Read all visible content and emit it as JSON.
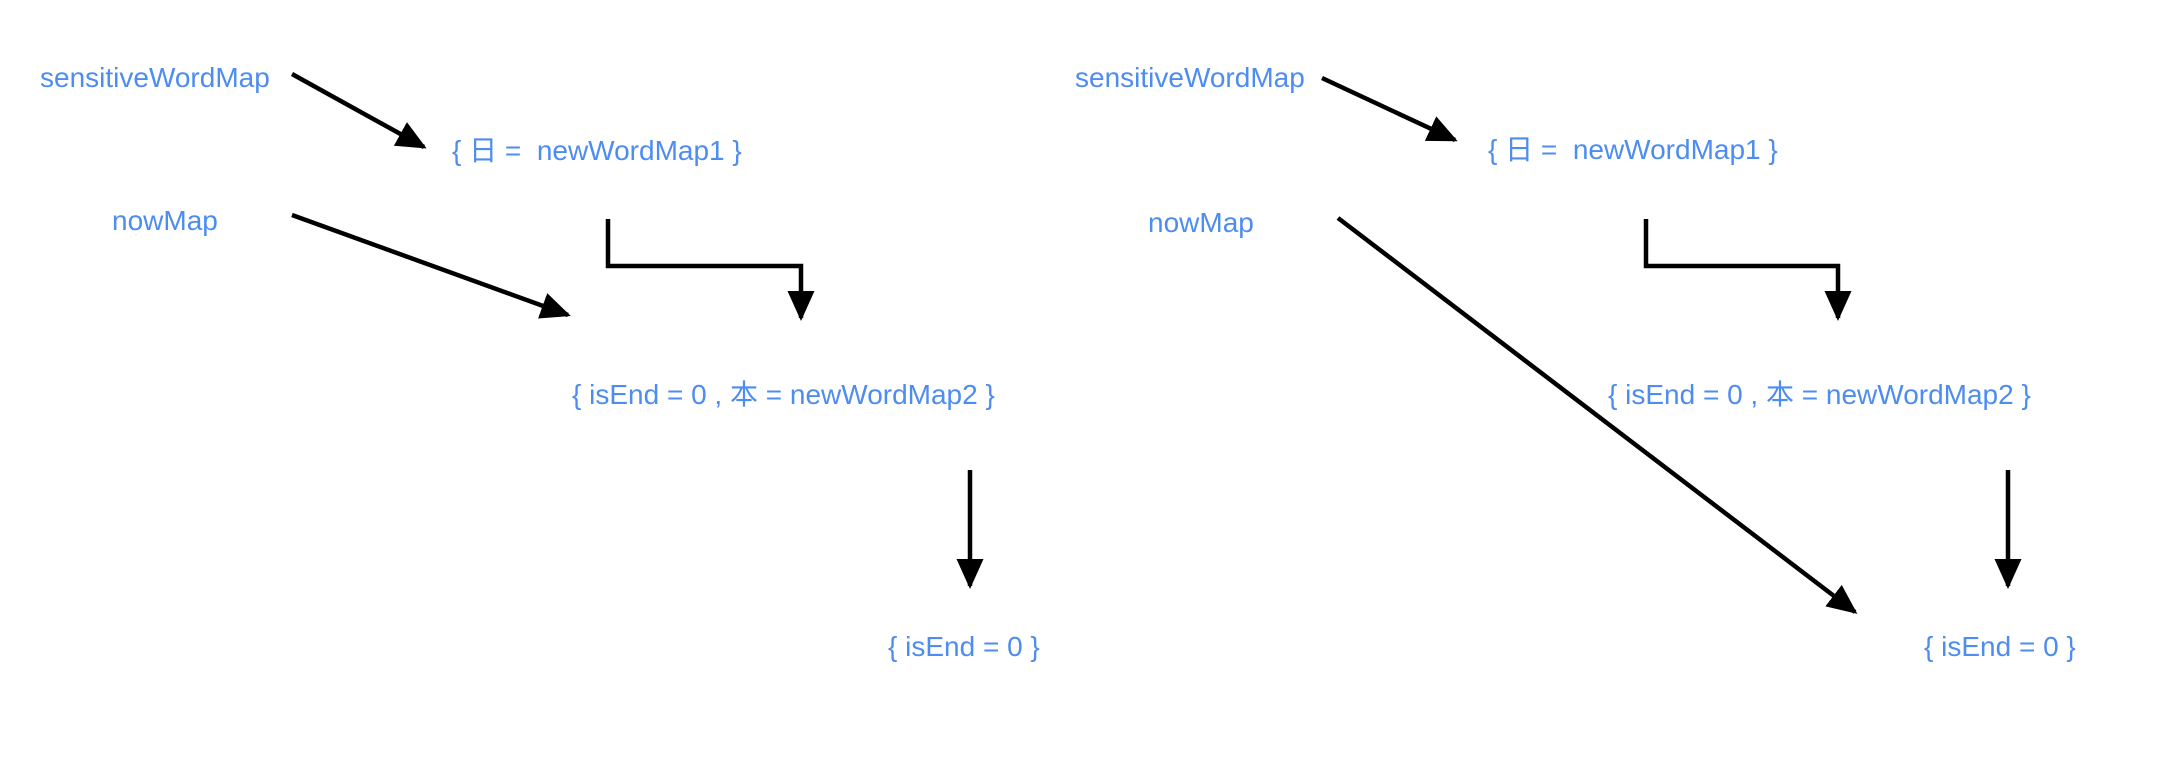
{
  "colors": {
    "label_text": "#4d8cf0",
    "arrow": "#000000",
    "background": "#ffffff"
  },
  "panels": [
    {
      "name": "left",
      "nodes": {
        "sensitive_word_map": "sensitiveWordMap",
        "new_word_map1": "{ 日 =  newWordMap1 }",
        "now_map": "nowMap",
        "new_word_map2": "{ isEnd = 0 , 本 = newWordMap2 }",
        "is_end": "{ isEnd = 0 }"
      },
      "edges": [
        {
          "from": "sensitiveWordMap",
          "to": "{ 日 =  newWordMap1 }",
          "shape": "straight-arrow"
        },
        {
          "from": "{ 日 =  newWordMap1 }",
          "to": "{ isEnd = 0 , 本 = newWordMap2 }",
          "shape": "elbow-arrow"
        },
        {
          "from": "nowMap",
          "to": "{ isEnd = 0 , 本 = newWordMap2 }",
          "shape": "straight-arrow"
        },
        {
          "from": "{ isEnd = 0 , 本 = newWordMap2 }",
          "to": "{ isEnd = 0 }",
          "shape": "straight-arrow"
        }
      ]
    },
    {
      "name": "right",
      "nodes": {
        "sensitive_word_map": "sensitiveWordMap",
        "new_word_map1": "{ 日 =  newWordMap1 }",
        "now_map": "nowMap",
        "new_word_map2": "{ isEnd = 0 , 本 = newWordMap2 }",
        "is_end": "{ isEnd = 0 }"
      },
      "edges": [
        {
          "from": "sensitiveWordMap",
          "to": "{ 日 =  newWordMap1 }",
          "shape": "straight-arrow"
        },
        {
          "from": "{ 日 =  newWordMap1 }",
          "to": "{ isEnd = 0 , 本 = newWordMap2 }",
          "shape": "elbow-arrow"
        },
        {
          "from": "nowMap",
          "to": "{ isEnd = 0 }",
          "shape": "straight-arrow"
        },
        {
          "from": "{ isEnd = 0 , 本 = newWordMap2 }",
          "to": "{ isEnd = 0 }",
          "shape": "straight-arrow"
        }
      ]
    }
  ]
}
